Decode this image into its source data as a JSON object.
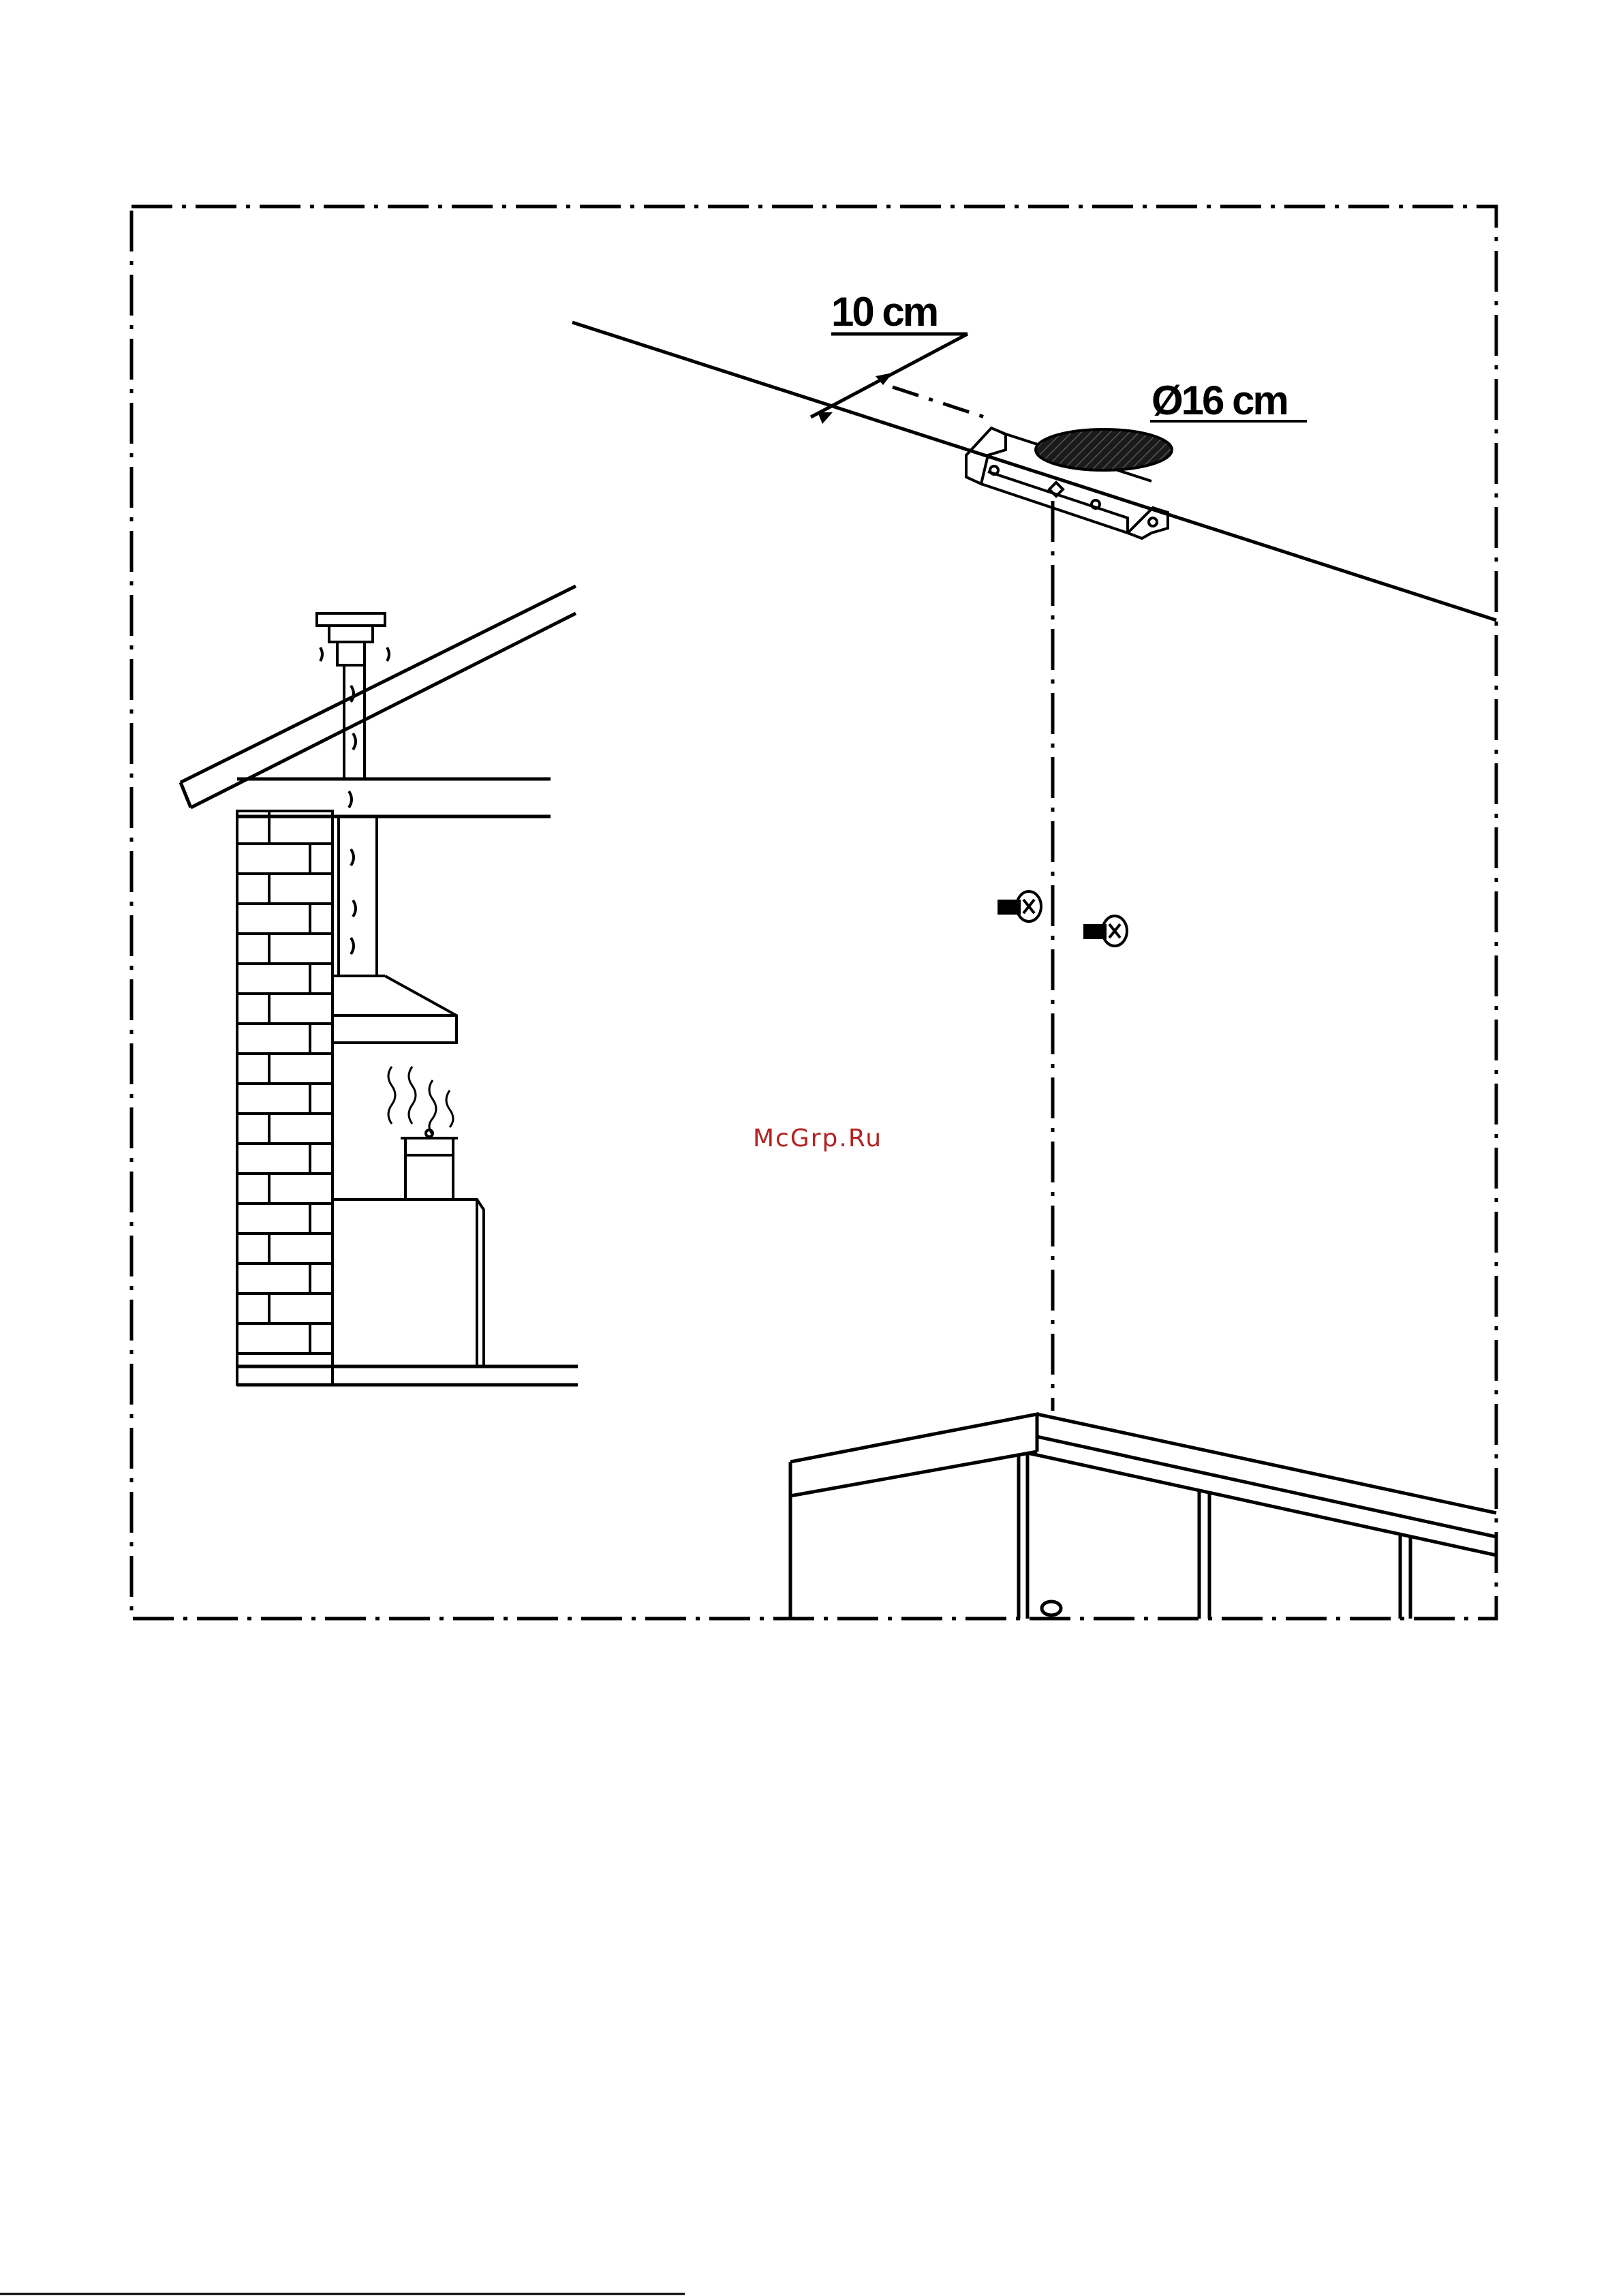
{
  "diagram": {
    "dimension_wall_distance": "10 cm",
    "dimension_duct_diameter": "Ø16 cm"
  },
  "watermark": {
    "text": "McGrp.Ru",
    "color": "#b22222"
  },
  "colors": {
    "line": "#000000",
    "background": "#ffffff"
  }
}
